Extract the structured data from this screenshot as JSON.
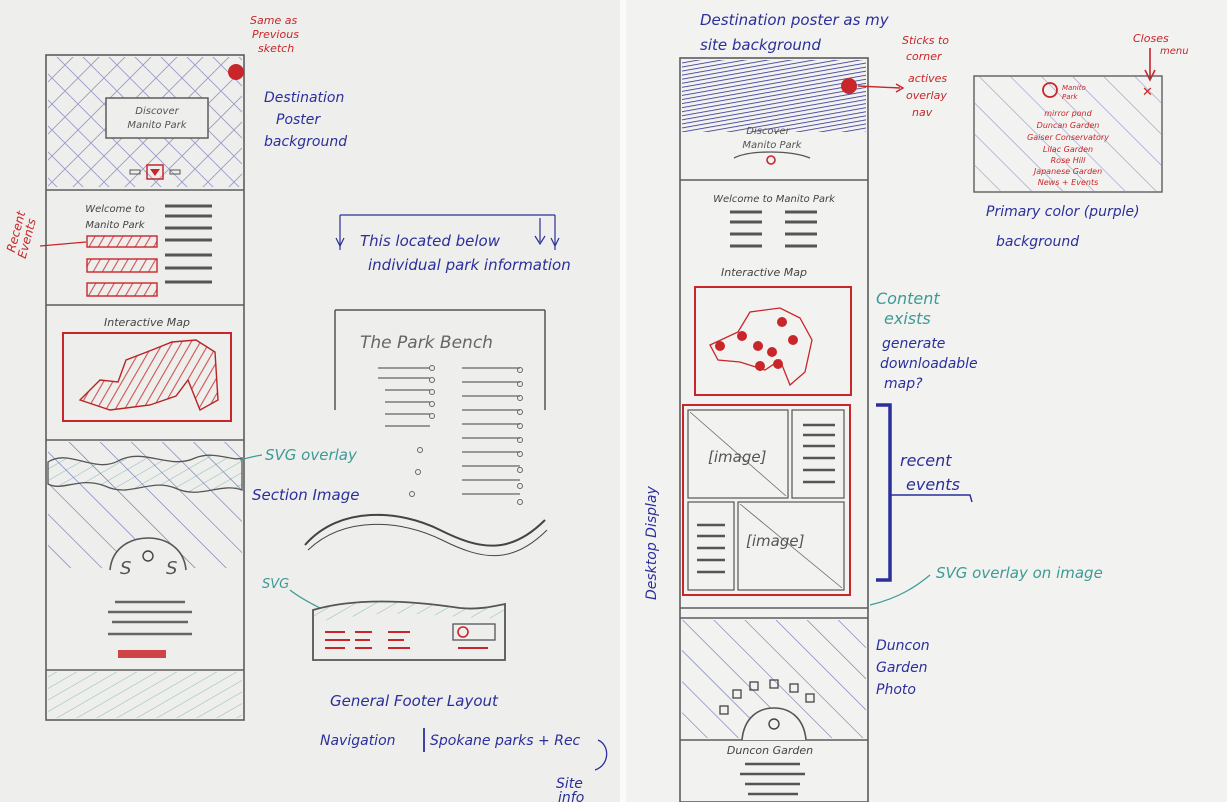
{
  "left_sketch": {
    "note_same_as_previous": [
      "Same as",
      "Previous",
      "sketch"
    ],
    "note_destination_poster": [
      "Destination",
      "Poster",
      "background"
    ],
    "poster_banner": [
      "Discover",
      "Manito Park"
    ],
    "welcome_title": [
      "Welcome to",
      "Manito Park"
    ],
    "note_recent_events": [
      "Recent",
      "Events"
    ],
    "map_title": "Interactive Map",
    "note_svg_overlay": "SVG overlay",
    "note_section_image": "Section Image"
  },
  "footer_sketch": {
    "note_located_below": [
      "This located below",
      "individual park information"
    ],
    "logo_text": "The Park Bench",
    "note_svg": "SVG",
    "caption": "General Footer Layout",
    "nav_caption_left": "Navigation",
    "nav_caption_right": "Spokane parks + Rec",
    "site_note": [
      "Site",
      "info"
    ]
  },
  "right_sketch": {
    "note_poster_bg": [
      "Destination poster as my",
      "site background"
    ],
    "note_sticks": [
      "Sticks to",
      "corner",
      "actives",
      "overlay",
      "nav"
    ],
    "note_closes": [
      "Closes",
      "menu"
    ],
    "menu_items": [
      "Manito",
      "Park",
      "mirror pond",
      "Duncan Garden",
      "Gaiser Conservatory",
      "Lilac Garden",
      "Rose Hill",
      "Japanese Garden",
      "News + Events"
    ],
    "note_primary_color": [
      "Primary color (purple)",
      "background"
    ],
    "poster_banner": [
      "Discover",
      "Manito Park"
    ],
    "welcome_title": "Welcome to Manito Park",
    "map_title": "Interactive Map",
    "note_content_exists": [
      "Content",
      "exists"
    ],
    "note_generate": [
      "generate",
      "downloadable",
      "map?"
    ],
    "image_label": "[image]",
    "note_recent_events": [
      "recent",
      "events"
    ],
    "note_svg_overlay_image": "SVG overlay on image",
    "desktop_display": "Desktop Display",
    "note_duncon": [
      "Duncon",
      "Garden",
      "Photo"
    ],
    "garden_caption": "Duncon Garden"
  },
  "colors": {
    "pencil": "#5d5d5d",
    "ink_blue": "#2b2f9a",
    "ink_red": "#c8262a",
    "ink_teal": "#3d9a94",
    "scribble_blue": "#4146a8",
    "scribble_red": "#c62c2c"
  }
}
